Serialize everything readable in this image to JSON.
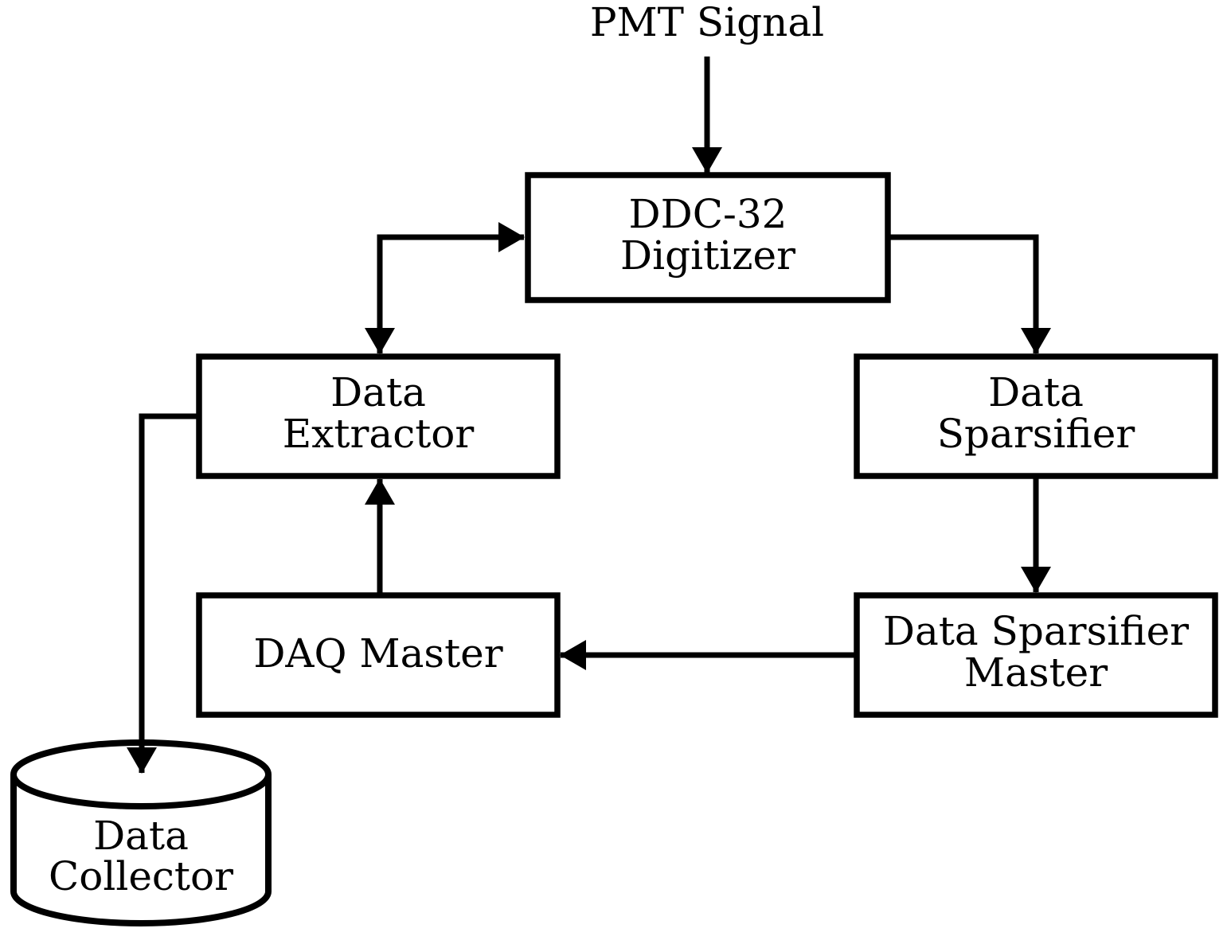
{
  "diagram": {
    "title": "DAQ data-flow diagram",
    "background_color": "#ffffff",
    "line_color": "#000000",
    "text_color": "#000000",
    "source_label": "PMT Signal",
    "nodes": {
      "ddc32_digitizer": {
        "shape": "box",
        "line1": "DDC-32",
        "line2": "Digitizer"
      },
      "data_extractor": {
        "shape": "box",
        "line1": "Data",
        "line2": "Extractor"
      },
      "data_sparsifier": {
        "shape": "box",
        "line1": "Data",
        "line2": "Sparsifier"
      },
      "daq_master": {
        "shape": "box",
        "label": "DAQ Master"
      },
      "data_sparsifier_master": {
        "shape": "box",
        "line1": "Data Sparsifier",
        "line2": "Master"
      },
      "data_collector": {
        "shape": "cylinder",
        "line1": "Data",
        "line2": "Collector"
      }
    },
    "edges": [
      {
        "from": "PMT Signal",
        "to": "DDC-32 Digitizer",
        "bidirectional": false
      },
      {
        "from": "Data Extractor",
        "to": "DDC-32 Digitizer",
        "bidirectional": true
      },
      {
        "from": "DDC-32 Digitizer",
        "to": "Data Sparsifier",
        "bidirectional": false
      },
      {
        "from": "Data Sparsifier",
        "to": "Data Sparsifier Master",
        "bidirectional": false
      },
      {
        "from": "Data Sparsifier Master",
        "to": "DAQ Master",
        "bidirectional": false
      },
      {
        "from": "DAQ Master",
        "to": "Data Extractor",
        "bidirectional": false
      },
      {
        "from": "Data Extractor",
        "to": "Data Collector",
        "bidirectional": false
      }
    ]
  }
}
